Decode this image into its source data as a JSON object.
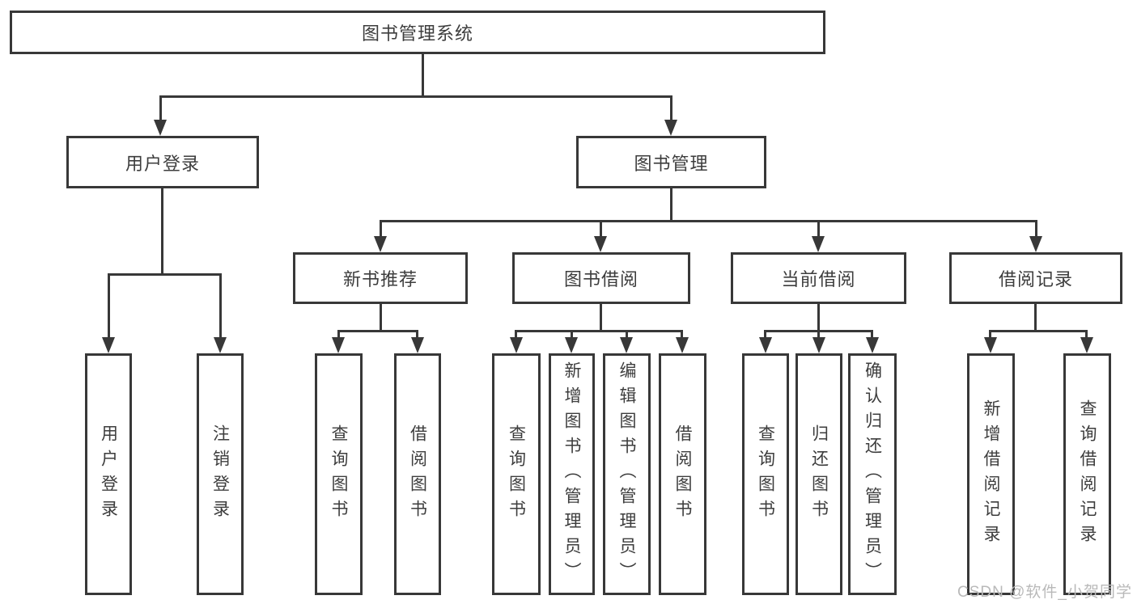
{
  "diagram_title": "图书管理系统",
  "tree": {
    "root": {
      "label": "图书管理系统",
      "children": [
        {
          "label": "用户登录",
          "children": [
            {
              "label": "用户登录"
            },
            {
              "label": "注销登录"
            }
          ]
        },
        {
          "label": "图书管理",
          "children": [
            {
              "label": "新书推荐",
              "children": [
                {
                  "label": "查询图书"
                },
                {
                  "label": "借阅图书"
                }
              ]
            },
            {
              "label": "图书借阅",
              "children": [
                {
                  "label": "查询图书"
                },
                {
                  "label": "新增图书（管理员）"
                },
                {
                  "label": "编辑图书（管理员）"
                },
                {
                  "label": "借阅图书"
                }
              ]
            },
            {
              "label": "当前借阅",
              "children": [
                {
                  "label": "查询图书"
                },
                {
                  "label": "归还图书"
                },
                {
                  "label": "确认归还（管理员）"
                }
              ]
            },
            {
              "label": "借阅记录",
              "children": [
                {
                  "label": "新增借阅记录"
                },
                {
                  "label": "查询借阅记录"
                }
              ]
            }
          ]
        }
      ]
    }
  },
  "watermark": {
    "text": "CSDN @软件_小贺同学"
  },
  "colors": {
    "line": "#383838",
    "text": "#3d3d3d",
    "watermark": "#b9b9b9",
    "background": "#ffffff"
  }
}
